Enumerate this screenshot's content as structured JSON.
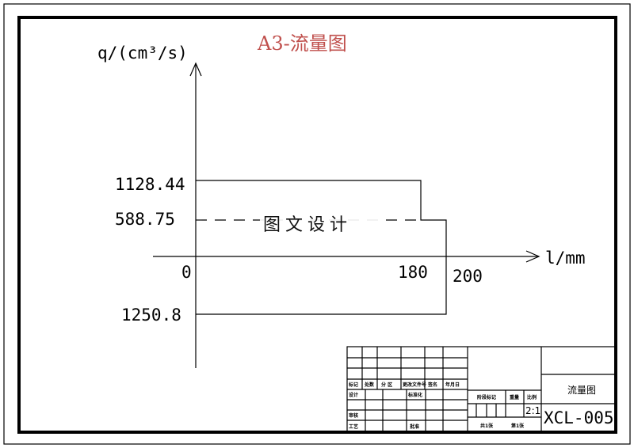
{
  "title": "A3-流量图",
  "y_axis_label": "q/(cm³/s)",
  "x_axis_label": "l/mm",
  "watermark": "图文设计",
  "labels": {
    "q1": "1128.44",
    "q2": "588.75",
    "q3": "1250.8",
    "origin": "0",
    "x1": "180",
    "x2": "200"
  },
  "title_block": {
    "header_cells": [
      "标记",
      "处数",
      "分 区",
      "更改文件号",
      "签名",
      "年月日"
    ],
    "design": "设计",
    "standardization": "标准化",
    "review": "审核",
    "process": "工艺",
    "approve": "批准",
    "stage_mark": "阶段标记",
    "weight": "重量",
    "scale_label": "比例",
    "scale_value": "2:1",
    "sheets_total": "共1张",
    "sheet_no": "第1张",
    "drawing_name": "流量图",
    "drawing_number": "XCL-005"
  },
  "colors": {
    "title": "#c0504d"
  }
}
